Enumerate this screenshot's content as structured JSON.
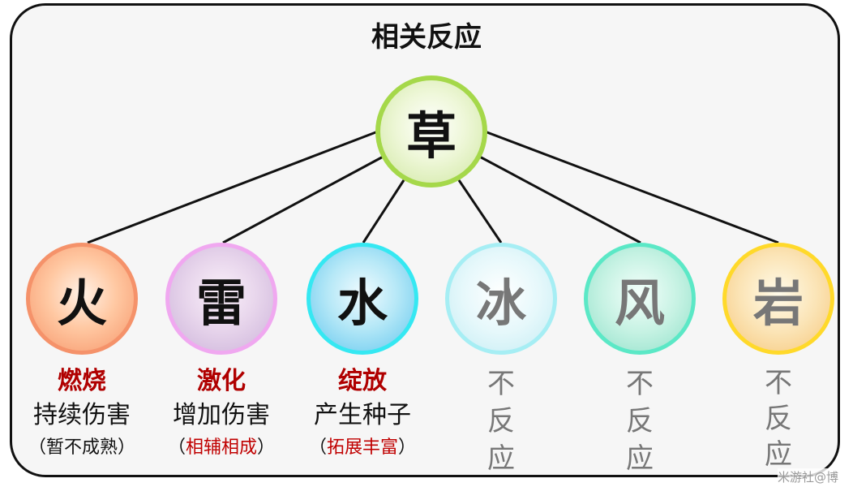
{
  "title": "相关反应",
  "root": "草",
  "elements": [
    {
      "key": "fire",
      "char": "火",
      "reaction": "燃烧",
      "effect": "持续伤害",
      "note_open": "（",
      "note": "暂不成熟",
      "note_close": "）",
      "note_highlight": false
    },
    {
      "key": "elec",
      "char": "雷",
      "reaction": "激化",
      "effect": "增加伤害",
      "note_open": "（",
      "note": "相辅相成",
      "note_close": "）",
      "note_highlight": true
    },
    {
      "key": "water",
      "char": "水",
      "reaction": "绽放",
      "effect": "产生种子",
      "note_open": "（",
      "note": "拓展丰富",
      "note_close": "）",
      "note_highlight": true
    },
    {
      "key": "ice",
      "char": "冰",
      "vertical": [
        "不",
        "反",
        "应"
      ]
    },
    {
      "key": "wind",
      "char": "风",
      "vertical": [
        "不",
        "反",
        "应"
      ]
    },
    {
      "key": "rock",
      "char": "岩",
      "vertical": [
        "不",
        "反",
        "应"
      ]
    }
  ],
  "watermark": "米游社@博"
}
